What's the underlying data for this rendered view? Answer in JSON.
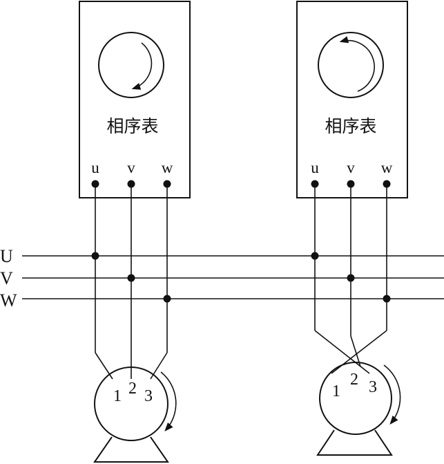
{
  "bus_labels": [
    "U",
    "V",
    "W"
  ],
  "meters": [
    {
      "title": "相序表",
      "terminals": [
        "u",
        "v",
        "w"
      ],
      "dial_rotation": "clockwise"
    },
    {
      "title": "相序表",
      "terminals": [
        "u",
        "v",
        "w"
      ],
      "dial_rotation": "counterclockwise"
    }
  ],
  "motors": [
    {
      "terminals": [
        "1",
        "2",
        "3"
      ],
      "rotation": "clockwise",
      "wiring": "u-1, v-2, w-3"
    },
    {
      "terminals": [
        "1",
        "2",
        "3"
      ],
      "rotation": "clockwise",
      "wiring": "u-3, v-2, w-1 (crossed)"
    }
  ],
  "colors": {
    "ink": "#111111",
    "background": "#ffffff"
  }
}
